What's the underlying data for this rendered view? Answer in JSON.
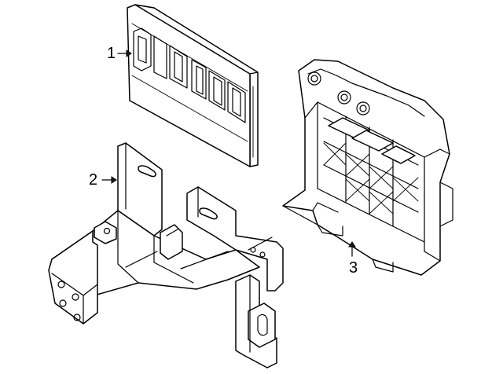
{
  "callouts": [
    {
      "number": "1",
      "part": "module"
    },
    {
      "number": "2",
      "part": "bracket"
    },
    {
      "number": "3",
      "part": "housing"
    }
  ]
}
